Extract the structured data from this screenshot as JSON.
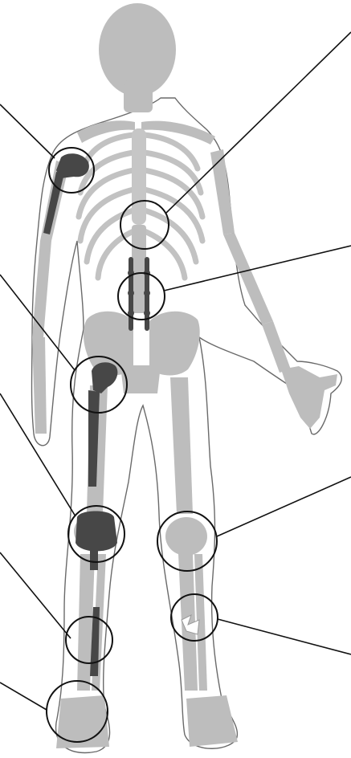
{
  "figure": {
    "subject": "human-skeleton-with-orthopedic-implants",
    "colors": {
      "background": "#ffffff",
      "body_outline": "#555555",
      "bone": "#b9b9b9",
      "implant": "#444444",
      "callout": "#111111"
    },
    "callouts": [
      {
        "id": "shoulder-implant",
        "side": "left"
      },
      {
        "id": "hip-implant",
        "side": "left"
      },
      {
        "id": "knee-implant",
        "side": "left"
      },
      {
        "id": "tibia-plate",
        "side": "left"
      },
      {
        "id": "ankle-foot",
        "side": "left"
      },
      {
        "id": "sternum",
        "side": "right"
      },
      {
        "id": "spine-fusion",
        "side": "right"
      },
      {
        "id": "knee",
        "side": "right"
      },
      {
        "id": "tibia-fracture",
        "side": "right"
      }
    ]
  }
}
